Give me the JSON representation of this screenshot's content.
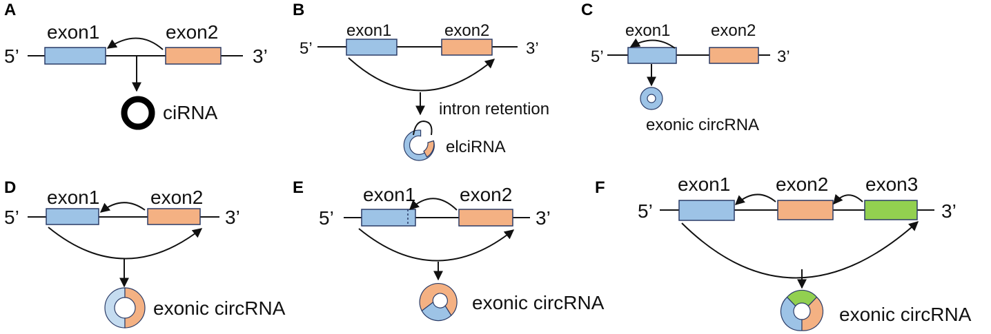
{
  "colors": {
    "blue": "#9dc3e6",
    "light_blue": "#c5dcf0",
    "orange": "#f4b183",
    "green": "#92d050",
    "outline": "#2a3b66",
    "line": "#111111"
  },
  "panels": {
    "a": {
      "letter": "A",
      "exon1": "exon1",
      "exon2": "exon2",
      "five_prime": "5’",
      "three_prime": "3’",
      "product": "ciRNA"
    },
    "b": {
      "letter": "B",
      "exon1": "exon1",
      "exon2": "exon2",
      "five_prime": "5’",
      "three_prime": "3’",
      "note": "intron retention",
      "product": "elciRNA"
    },
    "c": {
      "letter": "C",
      "exon1": "exon1",
      "exon2": "exon2",
      "five_prime": "5’",
      "three_prime": "3’",
      "product": "exonic circRNA"
    },
    "d": {
      "letter": "D",
      "exon1": "exon1",
      "exon2": "exon2",
      "five_prime": "5’",
      "three_prime": "3’",
      "product": "exonic circRNA"
    },
    "e": {
      "letter": "E",
      "exon1": "exon1",
      "exon2": "exon2",
      "five_prime": "5’",
      "three_prime": "3’",
      "product": "exonic circRNA"
    },
    "f": {
      "letter": "F",
      "exon1": "exon1",
      "exon2": "exon2",
      "exon3": "exon3",
      "five_prime": "5’",
      "three_prime": "3’",
      "product": "exonic circRNA"
    }
  }
}
